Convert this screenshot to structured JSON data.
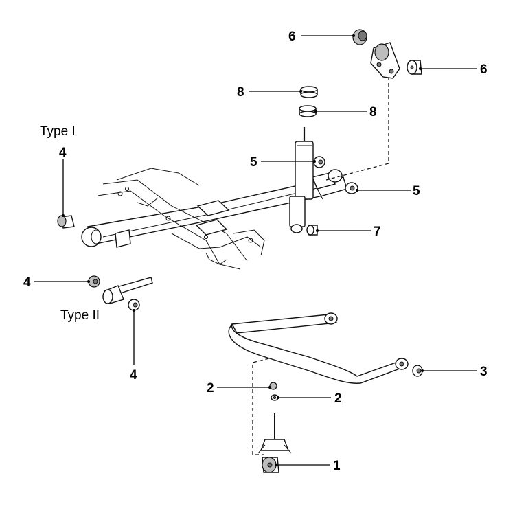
{
  "type_labels": {
    "type_1": "Type I",
    "type_2": "Type II"
  },
  "callouts": {
    "part_1": "1",
    "part_2a": "2",
    "part_2b": "2",
    "part_3": "3",
    "part_4_type1": "4",
    "part_4_type2_top": "4",
    "part_4_type2_bottom": "4",
    "part_5a": "5",
    "part_5b": "5",
    "part_6a": "6",
    "part_6b": "6",
    "part_7": "7",
    "part_8a": "8",
    "part_8b": "8"
  }
}
